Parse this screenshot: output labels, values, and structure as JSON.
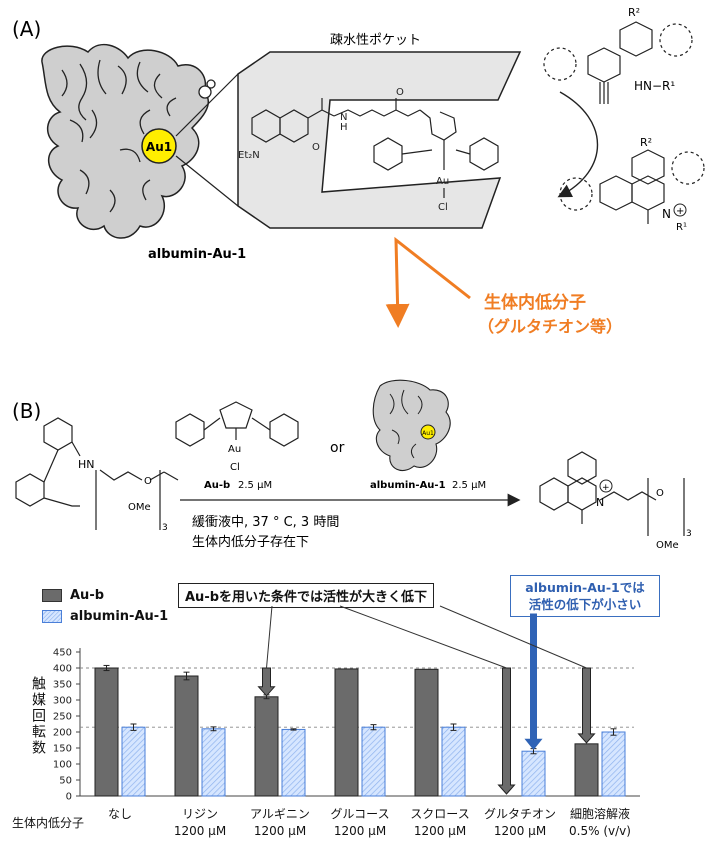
{
  "panel_a": {
    "label": "(A)",
    "pocket_label": "疎水性ポケット",
    "au_label": "Au1",
    "protein_label": "albumin-Au-1",
    "orange_label_1": "生体内低分子",
    "orange_label_2": "（グルタチオン等）",
    "chem": {
      "et2n": "Et₂N",
      "o": "O",
      "nh": "N",
      "h": "H",
      "au": "Au",
      "cl": "Cl",
      "r2": "R²",
      "hn_r1": "HN−R¹",
      "n_r1": "N",
      "r1": "R¹",
      "plus": "+"
    }
  },
  "panel_b": {
    "label": "(B)",
    "catalyst_1": "Au-b",
    "catalyst_1_conc": "2.5 μM",
    "or": "or",
    "catalyst_2": "albumin-Au-1",
    "catalyst_2_conc": "2.5 μM",
    "au_small": "Au",
    "cl_small": "Cl",
    "au1_small": "Au1",
    "condition_1": "緩衝液中, 37 ° C, 3 時間",
    "condition_2": "生体内低分子存在下",
    "sm_hn": "HN",
    "sm_sub3": "3",
    "sm_ome": "OMe",
    "sm_o": "O",
    "pr_n": "N",
    "pr_plus": "+",
    "pr_sub3": "3",
    "pr_ome": "OMe",
    "pr_o": "O"
  },
  "chart_data": {
    "type": "bar",
    "ylabel": "触媒回転数",
    "ylim": [
      0,
      450
    ],
    "yticks": [
      0,
      50,
      100,
      150,
      200,
      250,
      300,
      350,
      400,
      450
    ],
    "row_label": "生体内低分子",
    "categories": [
      {
        "name": "なし",
        "conc": ""
      },
      {
        "name": "リジン",
        "conc": "1200 μM"
      },
      {
        "name": "アルギニン",
        "conc": "1200 μM"
      },
      {
        "name": "グルコース",
        "conc": "1200 μM"
      },
      {
        "name": "スクロース",
        "conc": "1200 μM"
      },
      {
        "name": "グルタチオン",
        "conc": "1200 μM"
      },
      {
        "name": "細胞溶解液",
        "conc": "0.5% (v/v)"
      }
    ],
    "series": [
      {
        "name": "Au-b",
        "color": "#6b6b6b",
        "values": [
          400,
          375,
          310,
          397,
          396,
          0,
          163
        ],
        "errors": [
          8,
          12,
          6,
          0,
          0,
          0,
          0
        ]
      },
      {
        "name": "albumin-Au-1",
        "color": "#a9c8f7",
        "values": [
          215,
          210,
          208,
          215,
          215,
          140,
          200
        ],
        "errors": [
          10,
          6,
          2,
          8,
          10,
          8,
          10
        ]
      }
    ],
    "reference_lines": [
      400,
      215
    ],
    "callout_black": "Au-bを用いた条件では活性が大きく低下",
    "callout_blue_1": "albumin-Au-1では",
    "callout_blue_2": "活性の低下が小さい",
    "legend_placement": "top-left"
  }
}
